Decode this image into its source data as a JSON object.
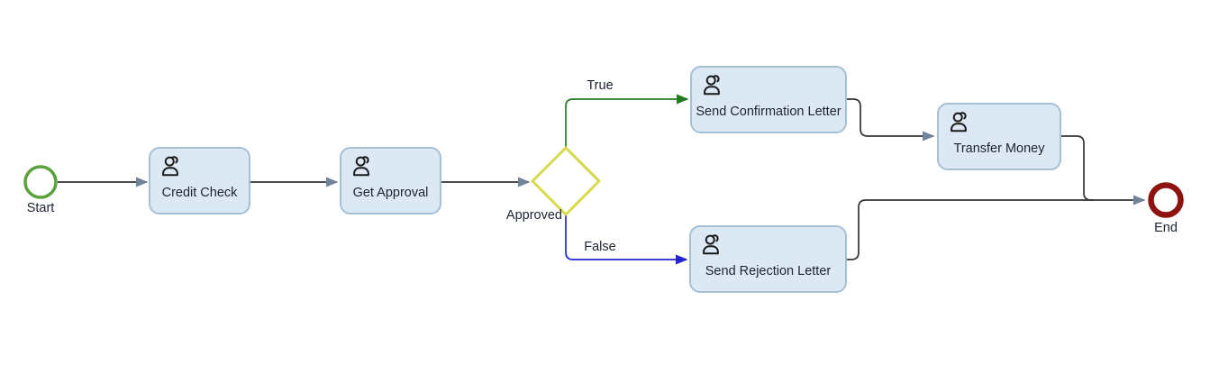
{
  "nodes": {
    "start": {
      "label": "Start",
      "type": "start-event"
    },
    "credit_check": {
      "label": "Credit Check",
      "type": "user-task"
    },
    "get_approval": {
      "label": "Get Approval",
      "type": "user-task"
    },
    "approved_gateway": {
      "label": "Approved",
      "type": "exclusive-gateway"
    },
    "send_confirmation_letter": {
      "label": "Send Confirmation Letter",
      "type": "user-task"
    },
    "send_rejection_letter": {
      "label": "Send Rejection Letter",
      "type": "user-task"
    },
    "transfer_money": {
      "label": "Transfer Money",
      "type": "user-task"
    },
    "end": {
      "label": "End",
      "type": "end-event"
    }
  },
  "flow_labels": {
    "true": "True",
    "false": "False"
  },
  "icons": {
    "task_icon": "user-icon"
  },
  "colors": {
    "background": "#ffffff",
    "task_fill": "#dce9f5",
    "task_border": "#a5c0d5",
    "start_event_stroke": "#59a23c",
    "end_event_stroke": "#8e1310",
    "gateway_stroke": "#d5da4a",
    "flow_line": "#333333",
    "flow_true": "#1f7d1f",
    "flow_false": "#2424cf",
    "arrowhead": "#72839b",
    "icon_stroke": "#1a1a1a",
    "label_text": "#1a2330"
  }
}
